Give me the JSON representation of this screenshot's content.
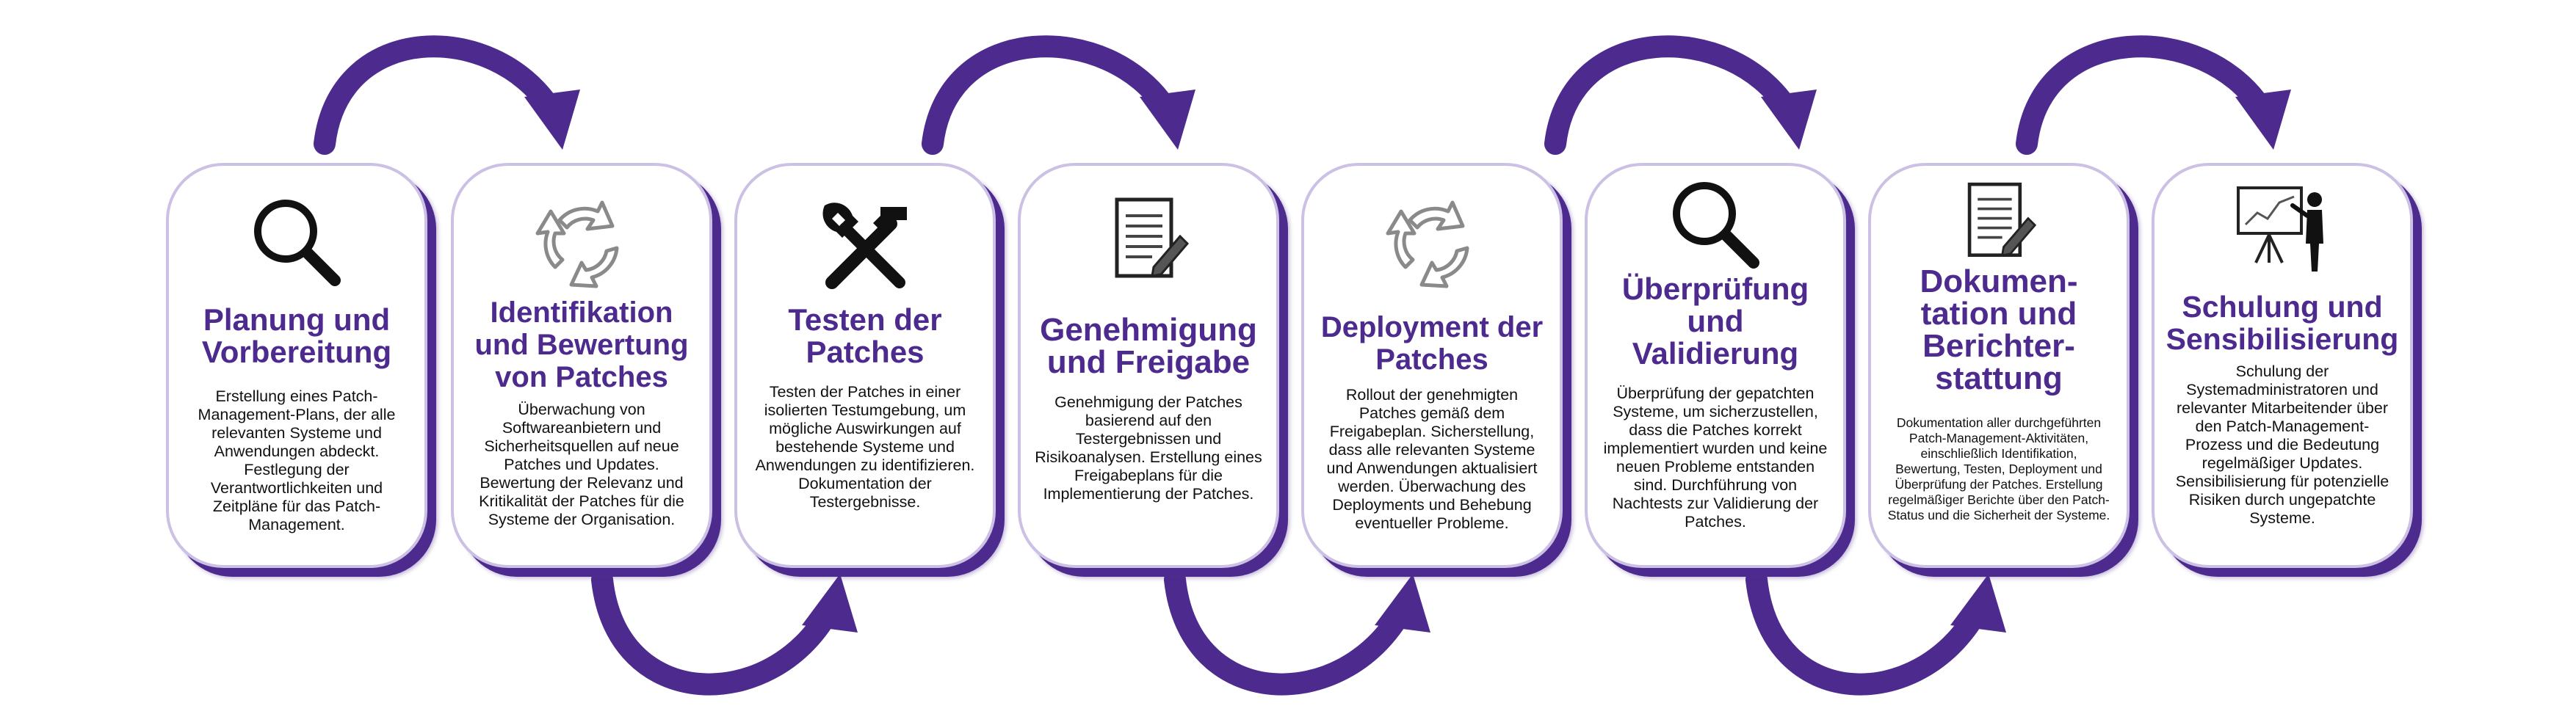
{
  "accent_color": "#4d2a8e",
  "steps": [
    {
      "icon": "magnifier-icon",
      "title": "Planung und Vorbereitung",
      "text": "Erstellung eines Patch-Management-Plans, der alle relevanten Systeme und Anwendungen abdeckt. Festlegung der Verantwortlichkeiten und Zeitpläne für das Patch-Management."
    },
    {
      "icon": "recycle-arrows-icon",
      "title": "Identifikation und Bewertung von Patches",
      "text": "Überwachung von Softwareanbietern und Sicherheitsquellen auf neue Patches und Updates. Bewertung der Relevanz und Kritikalität der Patches für die Systeme der Organisation."
    },
    {
      "icon": "tools-icon",
      "title": "Testen der Patches",
      "text": "Testen der Patches in einer isolierten Testumgebung, um mögliche Auswirkungen auf bestehende Systeme und Anwendungen zu identifizieren. Dokumentation der Testergebnisse."
    },
    {
      "icon": "document-pen-icon",
      "title": "Genehmigung und Freigabe",
      "text": "Genehmigung der Patches basierend auf den Testergebnissen und Risikoanalysen. Erstellung eines Freigabeplans für die Implementierung der Patches."
    },
    {
      "icon": "recycle-arrows-icon",
      "title": "Deployment der Patches",
      "text": "Rollout der genehmigten Patches gemäß dem Freigabeplan. Sicherstellung, dass alle relevanten Systeme und Anwendungen aktualisiert werden. Überwachung des Deployments und Behebung eventueller Probleme."
    },
    {
      "icon": "magnifier-icon",
      "title": "Überprüfung und Validierung",
      "text": "Überprüfung der gepatchten Systeme, um sicherzustellen, dass die Patches korrekt implementiert wurden und keine neuen Probleme entstanden sind. Durchführung von Nachtests zur Validierung der Patches."
    },
    {
      "icon": "document-pen-icon",
      "title": "Dokumen-tation und Berichter-stattung",
      "text": "Dokumentation aller durchgeführten Patch-Management-Aktivitäten, einschließlich Identifikation, Bewertung, Testen, Deployment und Überprüfung der Patches. Erstellung regelmäßiger Berichte über den Patch-Status und die Sicherheit der Systeme."
    },
    {
      "icon": "presenter-board-icon",
      "title": "Schulung und Sensibilisierung",
      "text": "Schulung der Systemadministratoren und relevanter Mitarbeitender über den Patch-Management-Prozess und die Bedeutung regelmäßiger Updates. Sensibilisierung für potenzielle Risiken durch ungepatchte Systeme."
    }
  ]
}
